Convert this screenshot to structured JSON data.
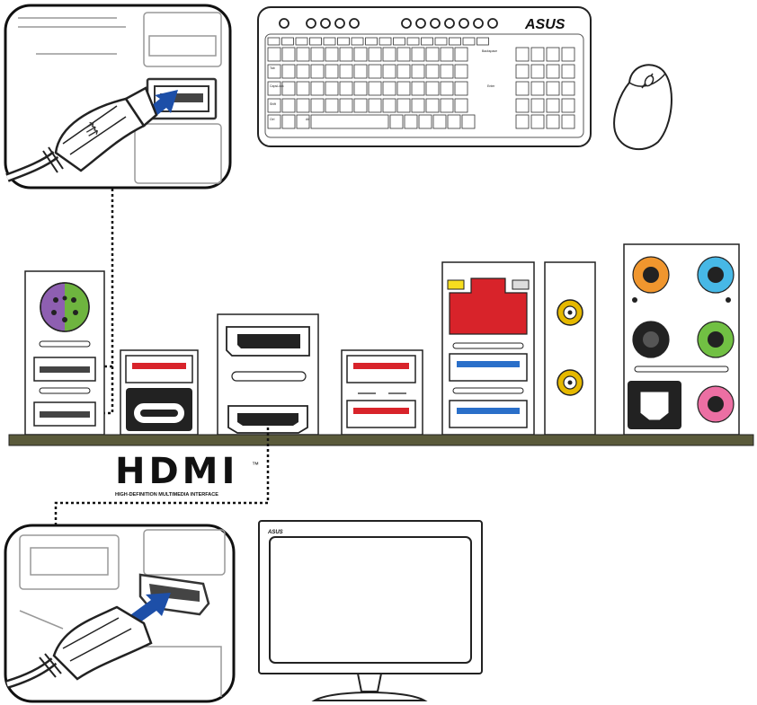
{
  "brand": {
    "keyboard_logo": "ASUS",
    "monitor_logo": "ASUS"
  },
  "hdmi": {
    "wordmark": "HDMI",
    "trademark": "™",
    "subtitle": "HIGH-DEFINITION MULTIMEDIA INTERFACE"
  },
  "keyboard_keys": {
    "backspace": "Backspace",
    "tab": "Tab",
    "capslock": "CapsLock",
    "enter": "Enter",
    "shift": "Shift",
    "ctrl": "Ctrl",
    "alt": "Alt"
  },
  "colors": {
    "usb3_port": "#2a6fc9",
    "usb_red_port": "#d8232a",
    "lan_port": "#d8232a",
    "ps2_port": "#8e5fb1",
    "ps2_keyboard_half": "#6eb43f",
    "optical_port": "#222222",
    "coax_port": "#e5b800",
    "audio_orange": "#f0962e",
    "audio_blue": "#47b8e6",
    "audio_black": "#222222",
    "audio_green": "#71c043",
    "audio_pink": "#ec6fa3",
    "arrow": "#1d4fa8",
    "chassis_bar": "#5a5a3a",
    "lan_led_left": "#f6dd1f",
    "lan_led_right": "#dddddd"
  }
}
